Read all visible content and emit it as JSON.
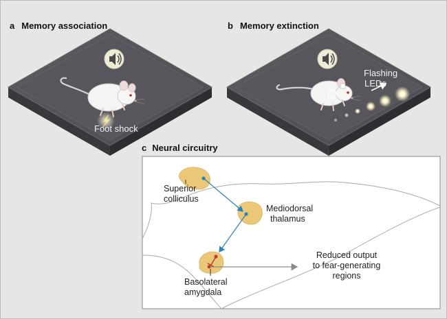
{
  "panels": {
    "a": {
      "letter": "a",
      "title": "Memory association",
      "stimulus_label": "Foot shock"
    },
    "b": {
      "letter": "b",
      "title": "Memory extinction",
      "stimulus_label_line1": "Flashing",
      "stimulus_label_line2": "LEDs"
    },
    "c": {
      "letter": "c",
      "title": "Neural circuitry",
      "regions": {
        "superior_colliculus": {
          "line1": "Superior",
          "line2": "colliculus"
        },
        "mediodorsal_thalamus": {
          "line1": "Mediodorsal",
          "line2": "thalamus"
        },
        "basolateral_amygdala": {
          "line1": "Basolateral",
          "line2": "amygdala"
        }
      },
      "output_label": {
        "line1": "Reduced output",
        "line2": "to fear-generating",
        "line3": "regions"
      }
    }
  },
  "colors": {
    "background": "#e7e6e5",
    "chamber_floor": "#56545a",
    "chamber_side": "#3a383d",
    "brain_region": "#ebc877",
    "projection": "#2a82b8",
    "inhibition": "#c0392b",
    "output_arrow": "#8a8a8a",
    "led_glow": "#fff4c8"
  },
  "icons": [
    "speaker-icon",
    "lightning-icon",
    "mouse-figure",
    "electrode-icon",
    "led-icon"
  ]
}
